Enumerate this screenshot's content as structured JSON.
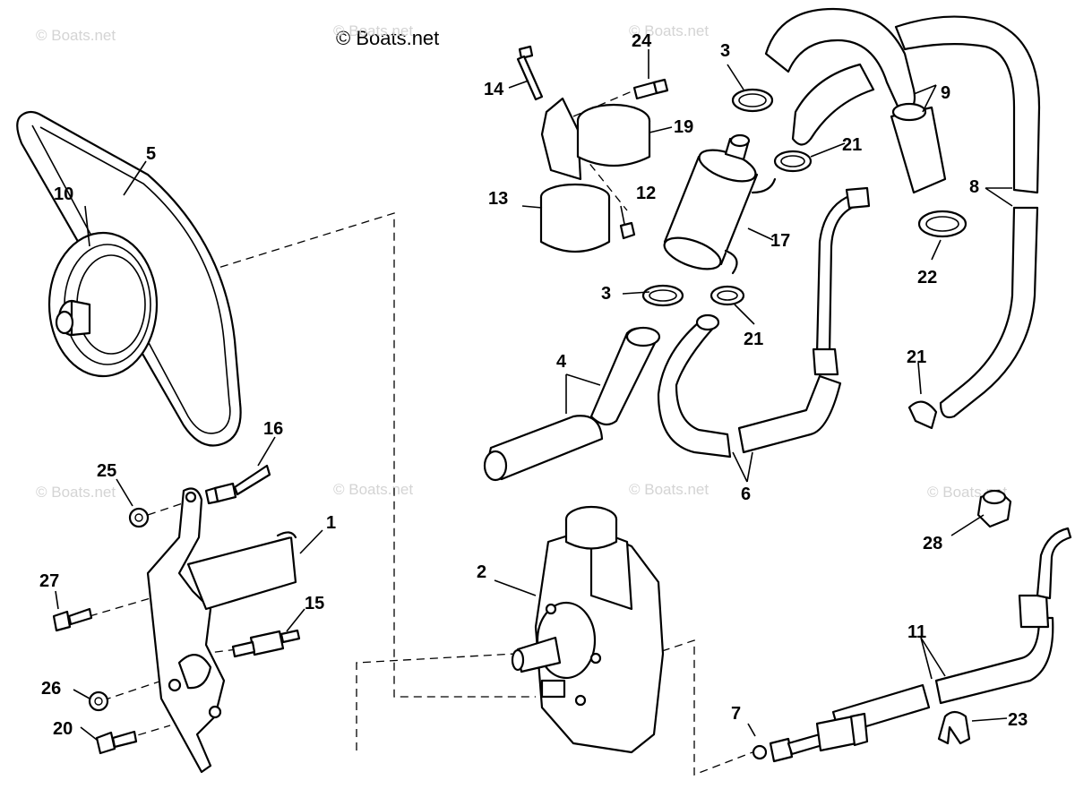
{
  "copyright": "© Boats.net",
  "watermark": "© Boats.net",
  "callouts": {
    "c1": "1",
    "c2": "2",
    "c3a": "3",
    "c3b": "3",
    "c4": "4",
    "c5": "5",
    "c6": "6",
    "c7": "7",
    "c8": "8",
    "c9": "9",
    "c10": "10",
    "c11": "11",
    "c12": "12",
    "c13": "13",
    "c14": "14",
    "c15": "15",
    "c16": "16",
    "c17": "17",
    "c19": "19",
    "c20": "20",
    "c21a": "21",
    "c21b": "21",
    "c21c": "21",
    "c22": "22",
    "c23": "23",
    "c24": "24",
    "c25": "25",
    "c26": "26",
    "c27": "27",
    "c28": "28"
  }
}
